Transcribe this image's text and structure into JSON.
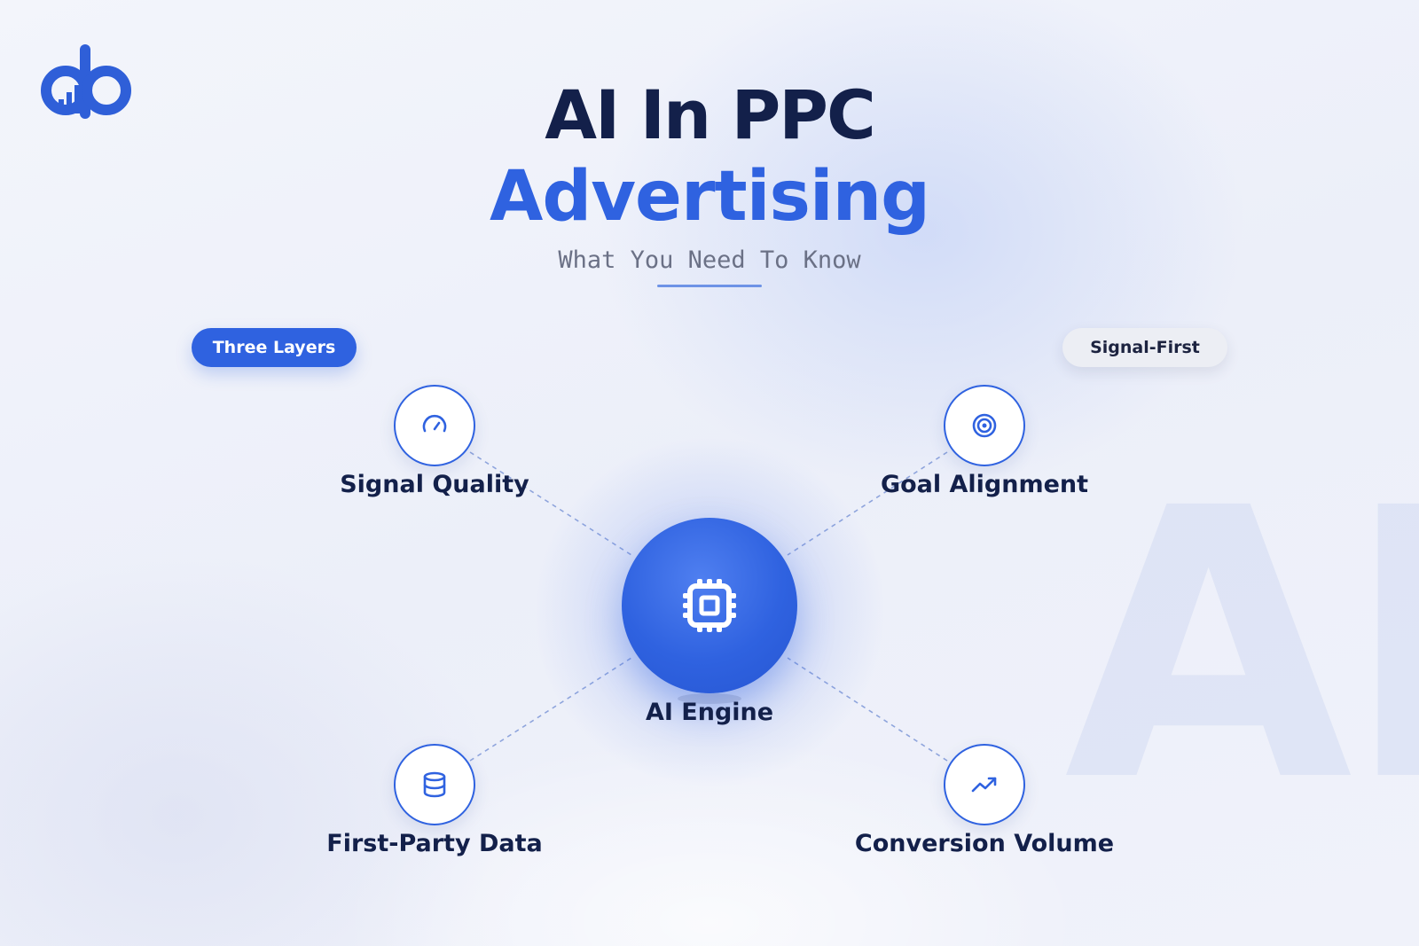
{
  "header": {
    "title_line1": "AI In PPC",
    "title_line2": "Advertising",
    "subtitle": "What You Need To Know"
  },
  "tags": {
    "left": "Three Layers",
    "right": "Signal-First"
  },
  "center": {
    "label": "AI Engine",
    "icon": "chip-icon"
  },
  "nodes": [
    {
      "label": "Signal Quality",
      "icon": "gauge-icon"
    },
    {
      "label": "Goal Alignment",
      "icon": "target-icon"
    },
    {
      "label": "First-Party Data",
      "icon": "database-icon"
    },
    {
      "label": "Conversion Volume",
      "icon": "trend-up-icon"
    }
  ],
  "watermark": "AI",
  "colors": {
    "accent": "#2f62e0",
    "title": "#13204a",
    "subtitle": "#6b7186",
    "background": "#eef1fa"
  }
}
